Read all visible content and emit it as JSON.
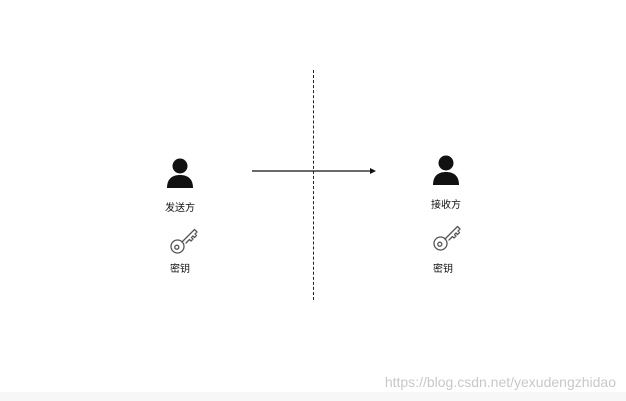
{
  "sender": {
    "label": "发送方",
    "key_label": "密钥"
  },
  "receiver": {
    "label": "接收方",
    "key_label": "密钥"
  },
  "icons": {
    "person": "person-icon",
    "key": "key-icon"
  },
  "watermark": "https://blog.csdn.net/yexudengzhidao"
}
